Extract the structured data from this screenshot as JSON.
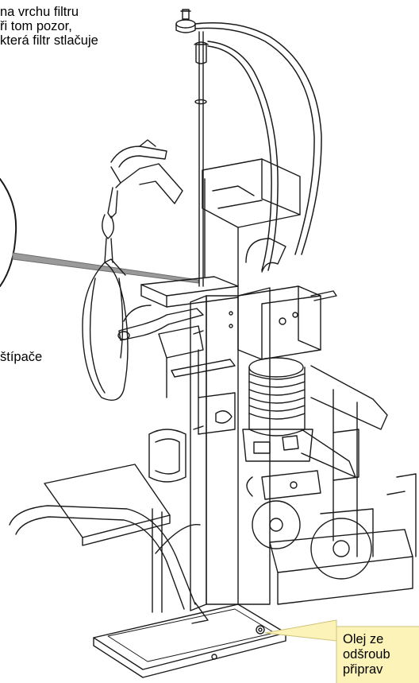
{
  "callouts": {
    "top_lines": [
      "na vrchu filtru",
      "ři tom pozor,",
      "která filtr stlačuje"
    ],
    "middle": "štípače",
    "bottom_lines": [
      "Olej ze",
      "odšroub",
      "připrav"
    ]
  },
  "colors": {
    "line": "#1a1a1a",
    "callout_fill": "#fbf3b8",
    "callout_edge": "#cfc27a",
    "leader": "#8e8e8e"
  }
}
